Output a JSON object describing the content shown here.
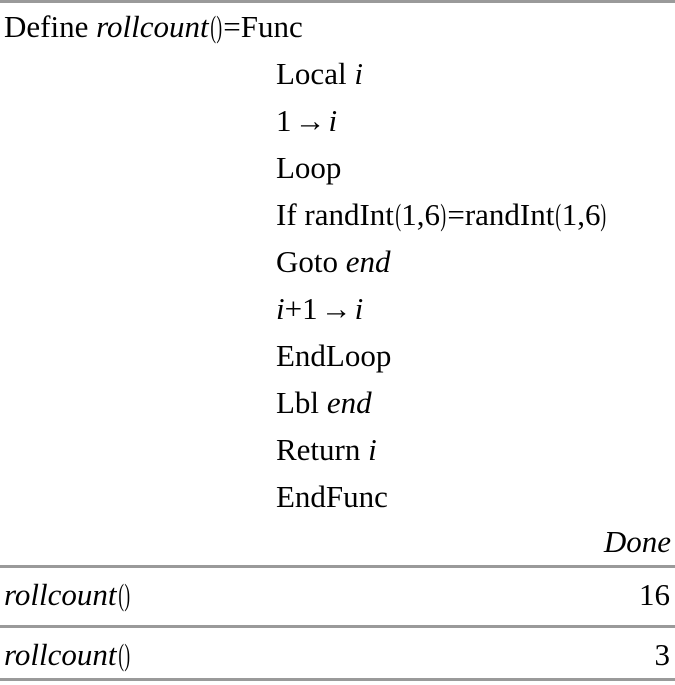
{
  "app": {
    "kind": "calculator-cas-history",
    "background_color": "#ffffff",
    "text_color": "#000000",
    "rule_color": "#9a9a9a"
  },
  "definition": {
    "lines": [
      {
        "indent": false,
        "parts": [
          {
            "t": "Define",
            "style": "kw"
          },
          {
            "t": " ",
            "style": "space"
          },
          {
            "t": "rollcount",
            "style": "var"
          },
          {
            "t": "(",
            "style": "paren-open"
          },
          {
            "t": ")",
            "style": "paren-close"
          },
          {
            "t": "=",
            "style": "eq"
          },
          {
            "t": "Func",
            "style": "kw"
          }
        ],
        "text": "Define rollcount()=Func"
      },
      {
        "indent": true,
        "parts": [
          {
            "t": "Local",
            "style": "kw"
          },
          {
            "t": " ",
            "style": "space"
          },
          {
            "t": "i",
            "style": "var"
          }
        ],
        "text": "Local i"
      },
      {
        "indent": true,
        "parts": [
          {
            "t": "1",
            "style": "num"
          },
          {
            "t": "→",
            "style": "arrow"
          },
          {
            "t": "i",
            "style": "var"
          }
        ],
        "text": "1→i"
      },
      {
        "indent": true,
        "parts": [
          {
            "t": "Loop",
            "style": "kw"
          }
        ],
        "text": "Loop"
      },
      {
        "indent": true,
        "parts": [
          {
            "t": "If",
            "style": "kw"
          },
          {
            "t": " ",
            "style": "space"
          },
          {
            "t": "randInt",
            "style": "kw"
          },
          {
            "t": "(",
            "style": "paren-open"
          },
          {
            "t": "1,6",
            "style": "num"
          },
          {
            "t": ")",
            "style": "paren-close"
          },
          {
            "t": "=",
            "style": "eq"
          },
          {
            "t": "randInt",
            "style": "kw"
          },
          {
            "t": "(",
            "style": "paren-open"
          },
          {
            "t": "1,6",
            "style": "num"
          },
          {
            "t": ")",
            "style": "paren-close"
          }
        ],
        "text": "If randInt(1,6)=randInt(1,6)"
      },
      {
        "indent": true,
        "parts": [
          {
            "t": "Goto",
            "style": "kw"
          },
          {
            "t": " ",
            "style": "space"
          },
          {
            "t": "end",
            "style": "var"
          }
        ],
        "text": "Goto end"
      },
      {
        "indent": true,
        "parts": [
          {
            "t": "i",
            "style": "var"
          },
          {
            "t": "+",
            "style": "eq"
          },
          {
            "t": "1",
            "style": "num"
          },
          {
            "t": "→",
            "style": "arrow"
          },
          {
            "t": "i",
            "style": "var"
          }
        ],
        "text": "i+1→i"
      },
      {
        "indent": true,
        "parts": [
          {
            "t": "EndLoop",
            "style": "kw"
          }
        ],
        "text": "EndLoop"
      },
      {
        "indent": true,
        "parts": [
          {
            "t": "Lbl",
            "style": "kw"
          },
          {
            "t": " ",
            "style": "space"
          },
          {
            "t": "end",
            "style": "var"
          }
        ],
        "text": "Lbl end"
      },
      {
        "indent": true,
        "parts": [
          {
            "t": "Return",
            "style": "kw"
          },
          {
            "t": " ",
            "style": "space"
          },
          {
            "t": "i",
            "style": "var"
          }
        ],
        "text": "Return i"
      },
      {
        "indent": true,
        "parts": [
          {
            "t": "EndFunc",
            "style": "kw"
          }
        ],
        "text": "EndFunc"
      }
    ],
    "result": "Done"
  },
  "history_rows": [
    {
      "expression_name": "rollcount",
      "expression_open_paren": "(",
      "expression_close_paren": ")",
      "value": "16"
    },
    {
      "expression_name": "rollcount",
      "expression_open_paren": "(",
      "expression_close_paren": ")",
      "value": "3"
    }
  ]
}
